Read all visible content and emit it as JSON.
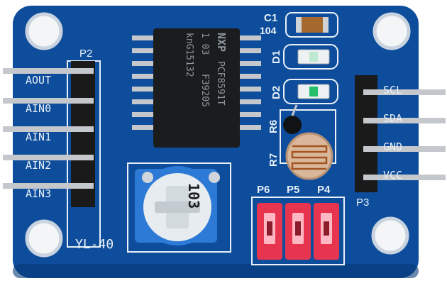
{
  "colors": {
    "pcb": "#0d4d9c",
    "pcb_dark": "#083a78",
    "silkscreen": "#e9f0f7",
    "header": "#1a1a1a",
    "pin": "#c4c7cb",
    "chip": "#1b1c1e",
    "jumper": "#e8354f",
    "trimmer_blue": "#2d7ad6"
  },
  "board": {
    "name": "YL-40"
  },
  "header_left": {
    "label": "P2",
    "pins": [
      "AOUT",
      "AIN0",
      "AIN1",
      "AIN2",
      "AIN3"
    ]
  },
  "header_right": {
    "label": "P3",
    "pins": [
      "SCL",
      "SDA",
      "GND",
      "VCC"
    ]
  },
  "chip": {
    "logo": "NXP",
    "lines": [
      "PCF8591T",
      "1 03",
      "F39205",
      "knG15132"
    ]
  },
  "parts": {
    "c1": "C1",
    "c1_value": "104",
    "d1": "D1",
    "d2": "D2",
    "r6": "R6",
    "r7": "R7"
  },
  "trimmer": {
    "marking": "103"
  },
  "jumpers": [
    "P6",
    "P5",
    "P4"
  ]
}
